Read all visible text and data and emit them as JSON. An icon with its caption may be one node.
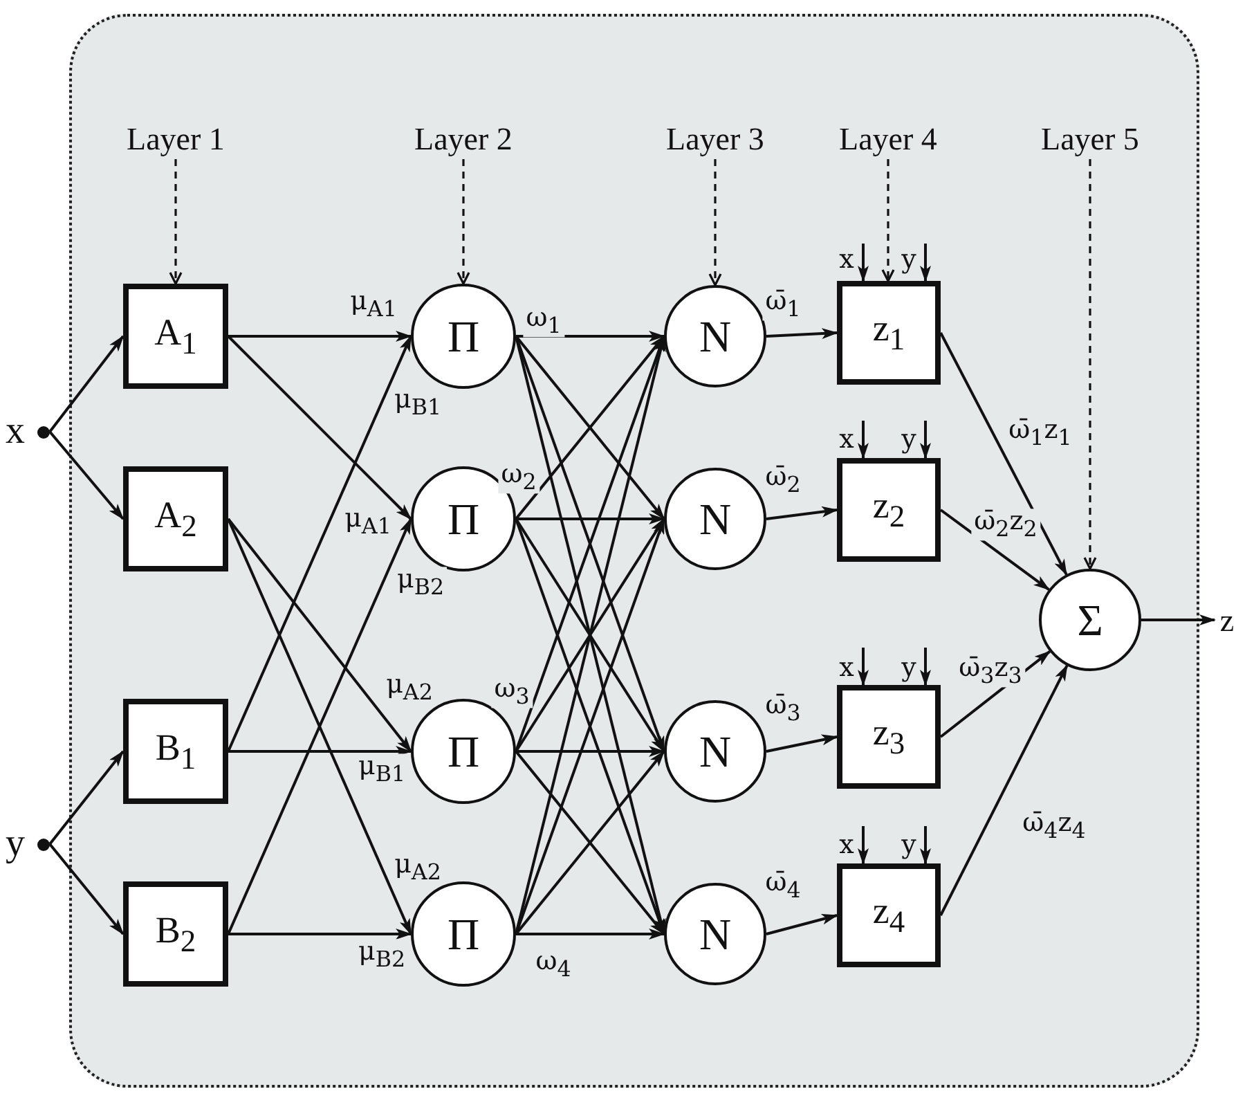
{
  "diagram": {
    "nodes": [
      {
        "text": [],
        "shape": "box"
      },
      {
        "text": [
          "Layer 1"
        ],
        "in": 0
      },
      {
        "text": [
          "Layer 2"
        ],
        "in": 0
      },
      {
        "text": [
          "Layer 3"
        ],
        "in": 0
      },
      {
        "text": [
          "Layer 4"
        ],
        "in": 0
      },
      {
        "text": [
          "Layer 5"
        ],
        "in": 0
      },
      {
        "text": [
          "x"
        ]
      },
      {
        "text": [
          "y"
        ]
      },
      {
        "text": [
          "A$_{1}$"
        ],
        "in": 0
      },
      {
        "text": [
          "A$_{2}$"
        ],
        "in": 0
      },
      {
        "text": [
          "B$_{1}$"
        ],
        "in": 0
      },
      {
        "text": [
          "B$_{2}$"
        ],
        "in": 0
      },
      {
        "text": [
          "Π"
        ],
        "in": 0,
        "beside": [
          "ω$_{1}$"
        ]
      },
      {
        "text": [
          "Π"
        ],
        "in": 0,
        "beside": [
          "ω$_{2}$"
        ]
      },
      {
        "text": [
          "Π"
        ],
        "in": 0,
        "beside": [
          "ω$_{3}$"
        ]
      },
      {
        "text": [
          "Π"
        ],
        "in": 0,
        "beside": [
          "ω$_{4}$"
        ]
      },
      {
        "text": [
          "N"
        ],
        "in": 0
      },
      {
        "text": [
          "N"
        ],
        "in": 0
      },
      {
        "text": [
          "N"
        ],
        "in": 0
      },
      {
        "text": [
          "N"
        ],
        "in": 0
      },
      {
        "text": [
          "z$_{1}$"
        ],
        "in": 0,
        "beside": [
          "x",
          "y"
        ]
      },
      {
        "text": [
          "z$_{2}$"
        ],
        "in": 0,
        "beside": [
          "x",
          "y"
        ]
      },
      {
        "text": [
          "z$_{3}$"
        ],
        "in": 0,
        "beside": [
          "x",
          "y"
        ]
      },
      {
        "text": [
          "z$_{4}$"
        ],
        "in": 0,
        "beside": [
          "x",
          "y"
        ]
      },
      {
        "text": [
          "Σ"
        ],
        "in": 0
      },
      {
        "text": [
          "z"
        ]
      }
    ],
    "edges": [
      {
        "from": 6,
        "to": 8,
        "arrow": "to"
      },
      {
        "from": 6,
        "to": 9,
        "arrow": "to"
      },
      {
        "from": 7,
        "to": 10,
        "arrow": "to"
      },
      {
        "from": 7,
        "to": 11,
        "arrow": "to"
      },
      {
        "from": 8,
        "to": 12,
        "arrow": "to",
        "label": "μ$_{A1}$"
      },
      {
        "from": 8,
        "to": 13,
        "arrow": "to",
        "label": "μ$_{A1}$"
      },
      {
        "from": 9,
        "to": 14,
        "arrow": "to",
        "label": "μ$_{A2}$"
      },
      {
        "from": 9,
        "to": 15,
        "arrow": "to",
        "label": "μ$_{A2}$"
      },
      {
        "from": 10,
        "to": 12,
        "arrow": "to",
        "label": "μ$_{B1}$"
      },
      {
        "from": 10,
        "to": 14,
        "arrow": "to",
        "label": "μ$_{B1}$"
      },
      {
        "from": 11,
        "to": 13,
        "arrow": "to",
        "label": "μ$_{B2}$"
      },
      {
        "from": 11,
        "to": 15,
        "arrow": "to",
        "label": "μ$_{B2}$"
      },
      {
        "from": 12,
        "to": 16,
        "arrow": "to"
      },
      {
        "from": 12,
        "to": 17,
        "arrow": "to"
      },
      {
        "from": 12,
        "to": 18,
        "arrow": "to"
      },
      {
        "from": 12,
        "to": 19,
        "arrow": "to"
      },
      {
        "from": 13,
        "to": 16,
        "arrow": "to"
      },
      {
        "from": 13,
        "to": 17,
        "arrow": "to"
      },
      {
        "from": 13,
        "to": 18,
        "arrow": "to"
      },
      {
        "from": 13,
        "to": 19,
        "arrow": "to"
      },
      {
        "from": 14,
        "to": 16,
        "arrow": "to"
      },
      {
        "from": 14,
        "to": 17,
        "arrow": "to"
      },
      {
        "from": 14,
        "to": 18,
        "arrow": "to"
      },
      {
        "from": 14,
        "to": 19,
        "arrow": "to"
      },
      {
        "from": 15,
        "to": 16,
        "arrow": "to"
      },
      {
        "from": 15,
        "to": 17,
        "arrow": "to"
      },
      {
        "from": 15,
        "to": 18,
        "arrow": "to"
      },
      {
        "from": 15,
        "to": 19,
        "arrow": "to"
      },
      {
        "from": 16,
        "to": 20,
        "arrow": "to",
        "label": "ω̄$_{1}$"
      },
      {
        "from": 17,
        "to": 21,
        "arrow": "to",
        "label": "ω̄$_{2}$"
      },
      {
        "from": 18,
        "to": 22,
        "arrow": "to",
        "label": "ω̄$_{3}$"
      },
      {
        "from": 19,
        "to": 23,
        "arrow": "to",
        "label": "ω̄$_{4}$"
      },
      {
        "from": 20,
        "to": 24,
        "arrow": "to",
        "label": "ω̄$_{1}$z$_{1}$"
      },
      {
        "from": 21,
        "to": 24,
        "arrow": "to",
        "label": "ω̄$_{2}$z$_{2}$"
      },
      {
        "from": 22,
        "to": 24,
        "arrow": "to",
        "label": "ω̄$_{3}$z$_{3}$"
      },
      {
        "from": 23,
        "to": 24,
        "arrow": "to",
        "label": "ω̄$_{4}$z$_{4}$"
      },
      {
        "from": 24,
        "to": 25,
        "arrow": "to"
      },
      {
        "from": 1,
        "to": 8,
        "arrow": "to",
        "style": "dashed"
      },
      {
        "from": 2,
        "to": 12,
        "arrow": "to",
        "style": "dashed"
      },
      {
        "from": 3,
        "to": 16,
        "arrow": "to",
        "style": "dashed"
      },
      {
        "from": 4,
        "to": 20,
        "arrow": "to",
        "style": "dashed"
      },
      {
        "from": 5,
        "to": 24,
        "arrow": "to",
        "style": "dashed"
      },
      {
        "from": null,
        "to": 20,
        "arrow": "to"
      },
      {
        "from": null,
        "to": 20,
        "arrow": "to"
      },
      {
        "from": null,
        "to": 21,
        "arrow": "to"
      },
      {
        "from": null,
        "to": 21,
        "arrow": "to"
      },
      {
        "from": null,
        "to": 22,
        "arrow": "to"
      },
      {
        "from": null,
        "to": 22,
        "arrow": "to"
      },
      {
        "from": null,
        "to": 23,
        "arrow": "to"
      },
      {
        "from": null,
        "to": 23,
        "arrow": "to"
      }
    ]
  }
}
